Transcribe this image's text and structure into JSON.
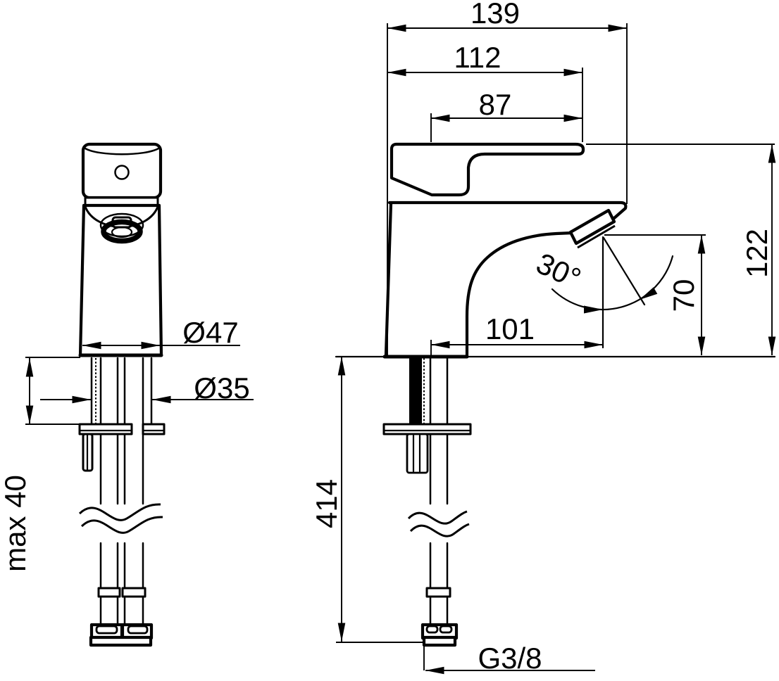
{
  "drawing": {
    "type": "faucet-installation-dimensional-drawing",
    "line_color": "#000000",
    "background": "#ffffff",
    "dimensions": {
      "total_depth": "139",
      "body_depth": "112",
      "lever_length": "87",
      "height_above_deck": "122",
      "spout_outlet_height": "70",
      "spray_angle": "30°",
      "spout_reach": "101",
      "hose_length": "414",
      "thread_size": "G3/8",
      "base_diameter": "Ø47",
      "hole_diameter": "Ø35",
      "deck_thickness": "max 40"
    }
  }
}
